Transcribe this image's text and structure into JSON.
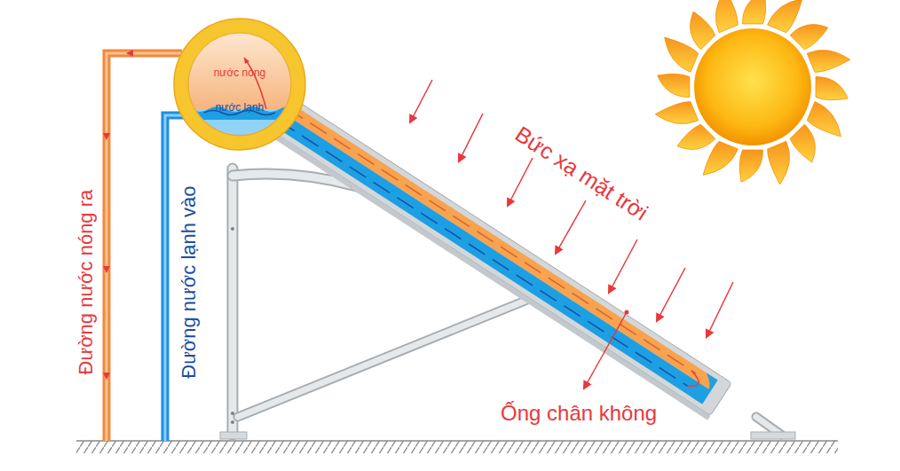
{
  "diagram": {
    "nodes": [
      {
        "text": [
          "nước nóng",
          "nước lạnh"
        ]
      }
    ],
    "labels": [
      "Đường nước nóng ra",
      "Đường nước lạnh vào",
      "Bức xạ mặt trời",
      "Ống chân không"
    ]
  }
}
